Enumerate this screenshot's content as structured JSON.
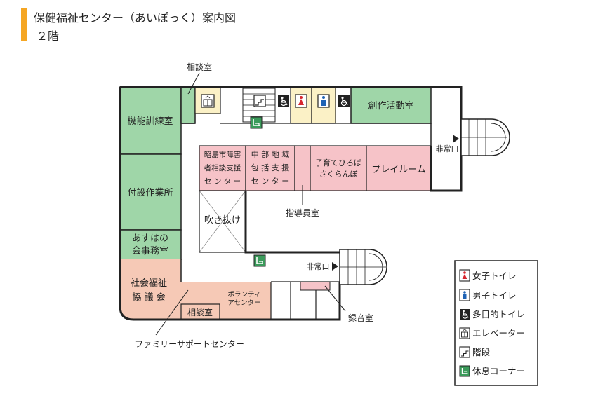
{
  "header": {
    "title": "保健福祉センター（あいぽっく）案内図",
    "floor": "２階"
  },
  "rooms": {
    "kinou": "機能訓練室",
    "fusetsu": "付設作業所",
    "asuha1": "あすはの",
    "asuha2": "会事務室",
    "shakai1": "社会福祉",
    "shakai2": "協 議 会",
    "sodan_bottom": "相談室",
    "volunteer1": "ボランティ",
    "volunteer2": "アセンター",
    "shoshima1": "昭島市障害",
    "shoshima2": "者相談支援",
    "shoshima3": "セ ン タ ー",
    "chubu1": "中 部 地 域",
    "chubu2": "包 括 支 援",
    "chubu3": "セ ン タ ー",
    "kosodate1": "子育てひろば",
    "kosodate2": "さくらんぼ",
    "playroom": "プレイルーム",
    "sousaku": "創作活動室",
    "fukinuke": "吹き抜け"
  },
  "callouts": {
    "sodan_top": "相談室",
    "shidou": "指導員室",
    "rokuon": "録音室",
    "family": "ファミリーサポートセンター",
    "exit_right": "非常口",
    "exit_bottom": "非常口"
  },
  "legend": {
    "items": [
      {
        "icon": "female-toilet-icon",
        "label": "女子トイレ"
      },
      {
        "icon": "male-toilet-icon",
        "label": "男子トイレ"
      },
      {
        "icon": "accessible-toilet-icon",
        "label": "多目的トイレ"
      },
      {
        "icon": "elevator-icon",
        "label": "エレベーター"
      },
      {
        "icon": "stairs-icon",
        "label": "階段"
      },
      {
        "icon": "rest-corner-icon",
        "label": "休息コーナー"
      }
    ]
  },
  "colors": {
    "green": "#9fd6a8",
    "pink": "#f6c3c8",
    "salmon": "#f6c9b6",
    "yellow": "#fbf1c6",
    "accent": "#f5a623"
  }
}
